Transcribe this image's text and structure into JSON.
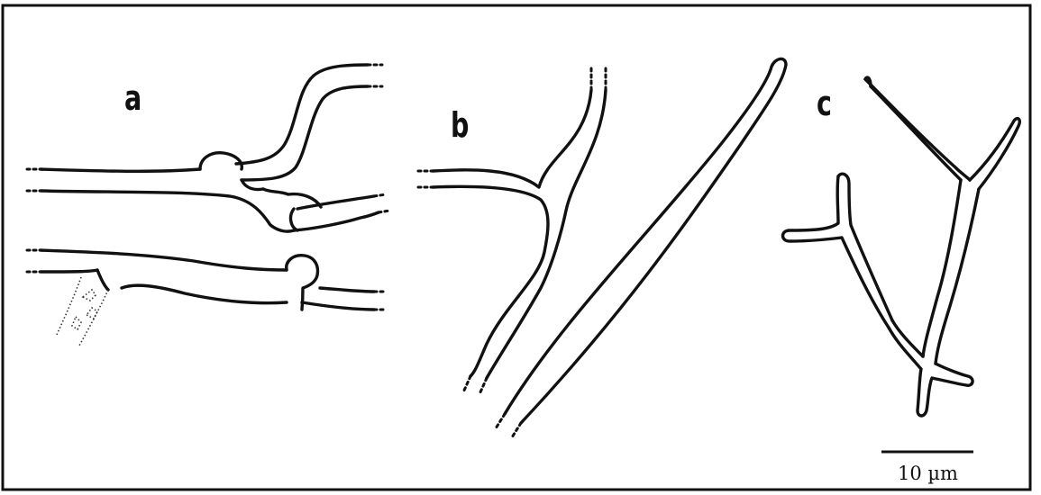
{
  "panels": [
    {
      "label": "a"
    },
    {
      "label": "b"
    },
    {
      "label": "c"
    }
  ],
  "scale_bar": {
    "label": "10 µm"
  }
}
